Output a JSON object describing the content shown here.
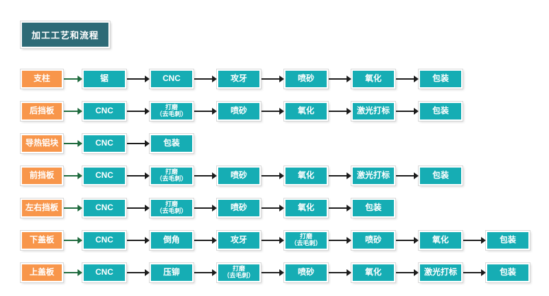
{
  "title": "加工工艺和流程",
  "colors": {
    "title_fill": "#2E6B77",
    "part_fill": "#F8964B",
    "process_fill": "#16ADB4",
    "arrow_first": "#1F6B3E",
    "arrow_default": "#1C1C1C"
  },
  "rows": [
    {
      "part": "支柱",
      "steps": [
        {
          "label": "锯"
        },
        {
          "label": "CNC"
        },
        {
          "label": "攻牙"
        },
        {
          "label": "喷砂"
        },
        {
          "label": "氧化"
        },
        {
          "label": "包装"
        }
      ]
    },
    {
      "part": "后挡板",
      "steps": [
        {
          "label": "CNC"
        },
        {
          "label": "打磨",
          "sub": "（去毛刺）"
        },
        {
          "label": "喷砂"
        },
        {
          "label": "氧化"
        },
        {
          "label": "激光打标"
        },
        {
          "label": "包装"
        }
      ]
    },
    {
      "part": "导热铝块",
      "steps": [
        {
          "label": "CNC"
        },
        {
          "label": "包装"
        }
      ]
    },
    {
      "part": "前挡板",
      "steps": [
        {
          "label": "CNC"
        },
        {
          "label": "打磨",
          "sub": "（去毛刺）"
        },
        {
          "label": "喷砂"
        },
        {
          "label": "氧化"
        },
        {
          "label": "激光打标"
        },
        {
          "label": "包装"
        }
      ]
    },
    {
      "part": "左右挡板",
      "steps": [
        {
          "label": "CNC"
        },
        {
          "label": "打磨",
          "sub": "（去毛刺）"
        },
        {
          "label": "喷砂"
        },
        {
          "label": "氧化"
        },
        {
          "label": "包装"
        }
      ]
    },
    {
      "part": "下盖板",
      "steps": [
        {
          "label": "CNC"
        },
        {
          "label": "倒角"
        },
        {
          "label": "攻牙"
        },
        {
          "label": "打磨",
          "sub": "（去毛刺）"
        },
        {
          "label": "喷砂"
        },
        {
          "label": "氧化"
        },
        {
          "label": "包装"
        }
      ]
    },
    {
      "part": "上盖板",
      "steps": [
        {
          "label": "CNC"
        },
        {
          "label": "压铆"
        },
        {
          "label": "打磨",
          "sub": "（去毛刺）"
        },
        {
          "label": "喷砂"
        },
        {
          "label": "氧化"
        },
        {
          "label": "激光打标"
        },
        {
          "label": "包装"
        }
      ]
    }
  ]
}
